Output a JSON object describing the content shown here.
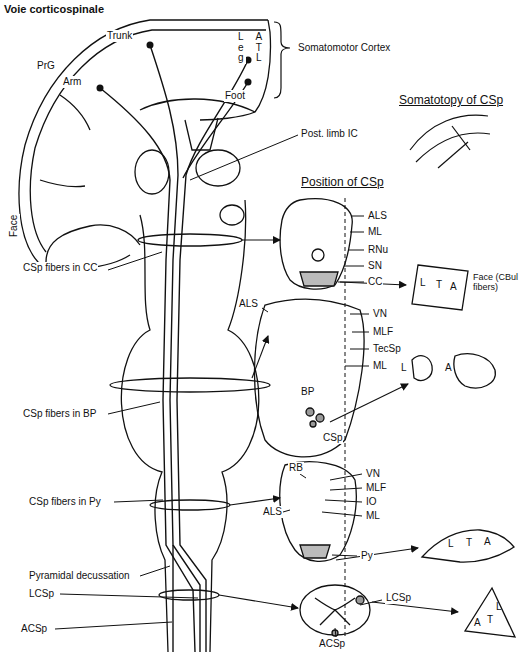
{
  "diagram": {
    "title": "Voie corticospinale",
    "nodes": [
      {
        "text": [
          "L",
          "T",
          "A"
        ]
      },
      {
        "text": [
          "L",
          "T",
          "A"
        ]
      },
      {
        "text": [
          "A",
          "T",
          "L"
        ]
      }
    ],
    "labels": [
      "Somatomotor Cortex",
      "PrG",
      "Arm",
      "Trunk",
      "Leg",
      "ATL",
      "Foot",
      "Face",
      "Post. limb IC",
      "Somatotopy of CSp",
      "Position of CSp",
      "ALS",
      "ML",
      "RNu",
      "SN",
      "CC",
      "Face (CBul fibers)",
      "CSp fibers in CC",
      "ALS",
      "VN",
      "MLF",
      "TecSp",
      "ML",
      "BP",
      "CSp",
      "CSp fibers in BP",
      "L",
      "A",
      "RB",
      "VN",
      "MLF",
      "IO",
      "ML",
      "ALS",
      "Py",
      "CSp fibers in Py",
      "Pyramidal decussation",
      "LCSp",
      "ACSp",
      "LCSp",
      "ACSp"
    ]
  }
}
